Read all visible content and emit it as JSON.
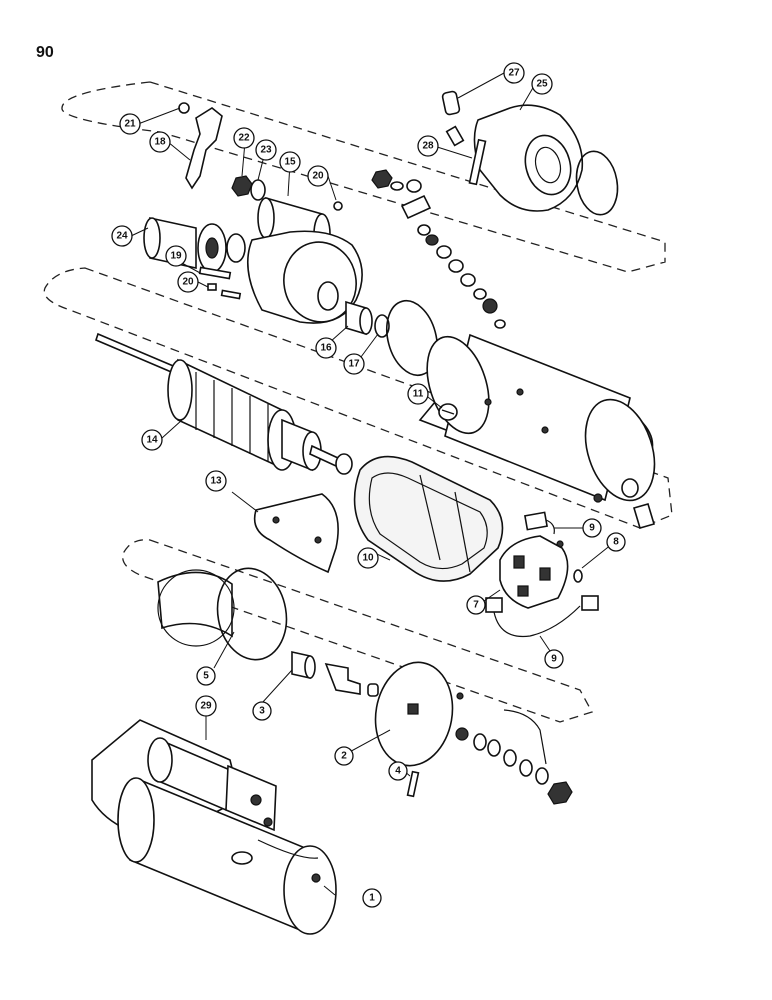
{
  "page_number": "90",
  "callouts": [
    {
      "id": "c1",
      "label": "1"
    },
    {
      "id": "c2",
      "label": "2"
    },
    {
      "id": "c3",
      "label": "3"
    },
    {
      "id": "c4",
      "label": "4"
    },
    {
      "id": "c5",
      "label": "5"
    },
    {
      "id": "c7",
      "label": "7"
    },
    {
      "id": "c8",
      "label": "8"
    },
    {
      "id": "c9a",
      "label": "9"
    },
    {
      "id": "c9b",
      "label": "9"
    },
    {
      "id": "c10",
      "label": "10"
    },
    {
      "id": "c11",
      "label": "11"
    },
    {
      "id": "c13",
      "label": "13"
    },
    {
      "id": "c14",
      "label": "14"
    },
    {
      "id": "c15",
      "label": "15"
    },
    {
      "id": "c16",
      "label": "16"
    },
    {
      "id": "c17",
      "label": "17"
    },
    {
      "id": "c18",
      "label": "18"
    },
    {
      "id": "c19",
      "label": "19"
    },
    {
      "id": "c20a",
      "label": "20"
    },
    {
      "id": "c20b",
      "label": "20"
    },
    {
      "id": "c21",
      "label": "21"
    },
    {
      "id": "c22",
      "label": "22"
    },
    {
      "id": "c23",
      "label": "23"
    },
    {
      "id": "c24",
      "label": "24"
    },
    {
      "id": "c25",
      "label": "25"
    },
    {
      "id": "c27",
      "label": "27"
    },
    {
      "id": "c28",
      "label": "28"
    },
    {
      "id": "c29",
      "label": "29"
    }
  ]
}
